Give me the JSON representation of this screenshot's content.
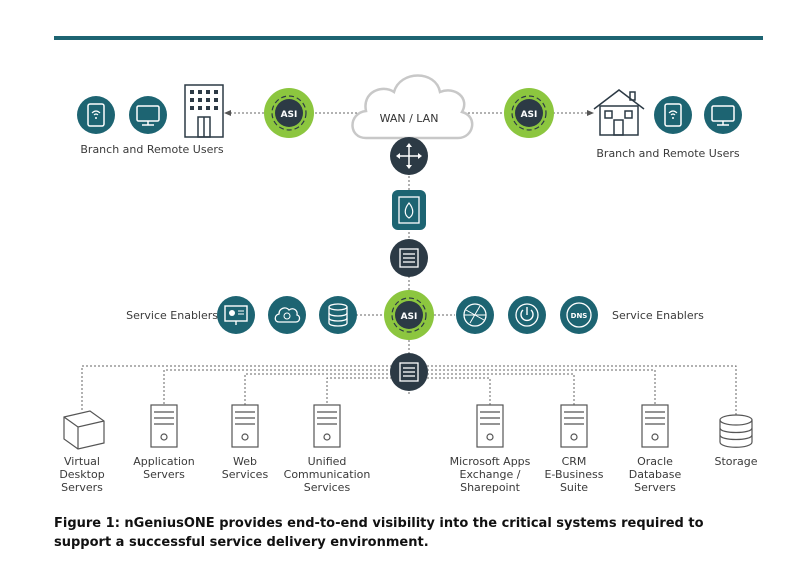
{
  "colors": {
    "teal": "#1d6472",
    "dark": "#2c3a45",
    "green": "#8cc63f",
    "rule": "#1d6472"
  },
  "cloud_label": "WAN / LAN",
  "asi_label": "ASI",
  "dns_label": "DNS",
  "branch_left_label": "Branch and Remote Users",
  "branch_right_label": "Branch and Remote Users",
  "enablers_left_label": "Service Enablers",
  "enablers_right_label": "Service Enablers",
  "icons": {
    "branch_left": [
      "tablet-wifi-icon",
      "monitor-icon",
      "office-building-icon"
    ],
    "branch_right": [
      "house-icon",
      "tablet-wifi-icon",
      "monitor-icon"
    ],
    "core_chain": [
      "router-icon",
      "firewall-icon",
      "switch-icon",
      "asi-probe-icon",
      "switch-icon"
    ],
    "enablers_left": [
      "presentation-monitor-icon",
      "cloud-power-icon",
      "database-icon"
    ],
    "enablers_right": [
      "globe-network-icon",
      "power-icon",
      "dns-icon"
    ]
  },
  "servers": [
    {
      "label": "Virtual\nDesktop\nServers",
      "icon": "virtual-cube-icon"
    },
    {
      "label": "Application\nServers",
      "icon": "server-icon"
    },
    {
      "label": "Web\nServices",
      "icon": "server-icon"
    },
    {
      "label": "Unified\nCommunication\nServices",
      "icon": "server-icon"
    },
    {
      "label": "Microsoft Apps\nExchange /\nSharepoint",
      "icon": "server-icon"
    },
    {
      "label": "CRM\nE-Business\nSuite",
      "icon": "server-icon"
    },
    {
      "label": "Oracle\nDatabase\nServers",
      "icon": "server-icon"
    },
    {
      "label": "Storage",
      "icon": "storage-disk-icon"
    }
  ],
  "caption": "Figure 1: nGeniusONE provides end-to-end visibility into the critical systems required to support a successful service delivery environment."
}
